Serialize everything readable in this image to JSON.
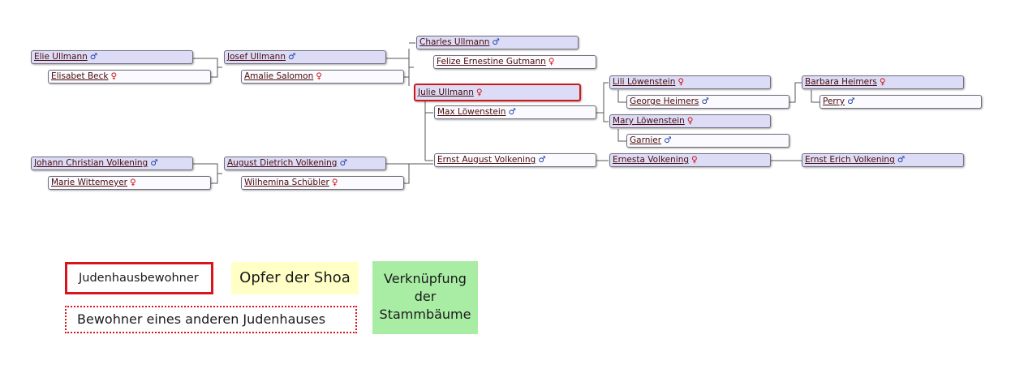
{
  "people": [
    {
      "id": "elie",
      "name": "Elie Ullmann",
      "sex": "m"
    },
    {
      "id": "elisabet",
      "name": "Elisabet Beck",
      "sex": "f"
    },
    {
      "id": "josef",
      "name": "Josef Ullmann",
      "sex": "m"
    },
    {
      "id": "amalie",
      "name": "Amalie Salomon",
      "sex": "f"
    },
    {
      "id": "charles",
      "name": "Charles Ullmann",
      "sex": "m"
    },
    {
      "id": "felize",
      "name": "Felize Ernestine Gutmann",
      "sex": "f"
    },
    {
      "id": "julie",
      "name": "Julie Ullmann",
      "sex": "f",
      "highlight": "judenhausbewohner"
    },
    {
      "id": "max",
      "name": "Max Löwenstein",
      "sex": "m"
    },
    {
      "id": "lili",
      "name": "Lili Löwenstein",
      "sex": "f"
    },
    {
      "id": "george",
      "name": "George Heimers",
      "sex": "m"
    },
    {
      "id": "barbara",
      "name": "Barbara Heimers",
      "sex": "f"
    },
    {
      "id": "perry",
      "name": "Perry",
      "sex": "m"
    },
    {
      "id": "mary",
      "name": "Mary Löwenstein",
      "sex": "f"
    },
    {
      "id": "garnier",
      "name": "Garnier",
      "sex": "m"
    },
    {
      "id": "johann",
      "name": "Johann Christian Volkening",
      "sex": "m"
    },
    {
      "id": "marie",
      "name": "Marie Wittemeyer",
      "sex": "f"
    },
    {
      "id": "august",
      "name": "August Dietrich Volkening",
      "sex": "m"
    },
    {
      "id": "wilhemina",
      "name": "Wilhemina Schübler",
      "sex": "f"
    },
    {
      "id": "ernst_august",
      "name": "Ernst August Volkening",
      "sex": "m"
    },
    {
      "id": "ernesta",
      "name": "Ernesta Volkening",
      "sex": "f"
    },
    {
      "id": "ernst_erich",
      "name": "Ernst Erich Volkening",
      "sex": "m"
    }
  ],
  "symbols": {
    "m": "♂",
    "f": "♀"
  },
  "legend": {
    "judenhausbewohner": "Judenhausbewohner",
    "opfer": "Opfer der Shoa",
    "verknuepfung": [
      "Verknüpfung",
      "der",
      "Stammbäume"
    ],
    "anderes": "Bewohner eines anderen Judenhauses"
  },
  "colors": {
    "male_box": "#dcdcf7",
    "female_box": "#fbfbff",
    "male_symbol": "#1b3fa5",
    "female_symbol": "#cc1111",
    "highlight_border": "#d8141c",
    "opfer_fill": "#ffffc6",
    "verknuepfung_fill": "#a9eda4"
  }
}
